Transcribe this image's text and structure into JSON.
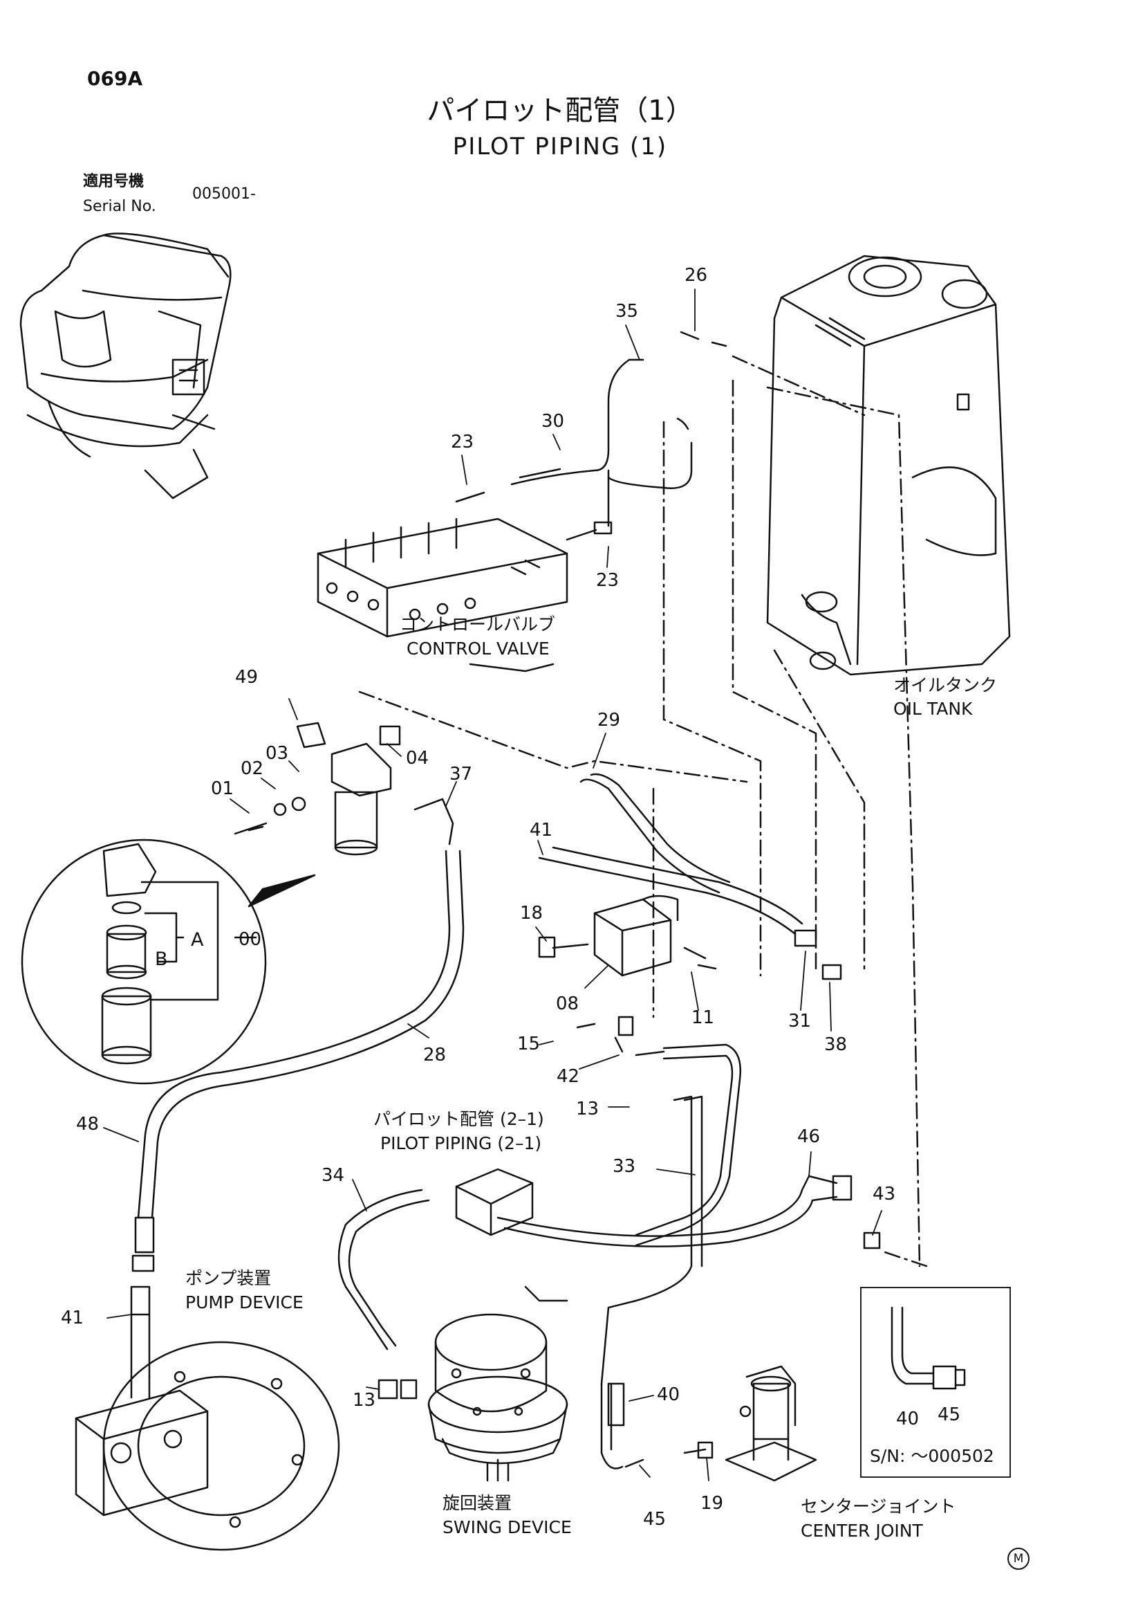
{
  "page": {
    "number": "069A",
    "title_jp": "パイロット配管（1）",
    "title_en": "PILOT PIPING (1)",
    "serial_label_jp": "適用号機",
    "serial_label_en": "Serial No.",
    "serial_value": "005001-",
    "mark": "M"
  },
  "components": {
    "control_valve_jp": "コントロールバルブ",
    "control_valve_en": "CONTROL VALVE",
    "oil_tank_jp": "オイルタンク",
    "oil_tank_en": "OIL TANK",
    "pilot_piping_ref_jp": "パイロット配管 (2–1)",
    "pilot_piping_ref_en": "PILOT PIPING (2–1)",
    "pump_device_jp": "ポンプ装置",
    "pump_device_en": "PUMP DEVICE",
    "swing_device_jp": "旋回装置",
    "swing_device_en": "SWING DEVICE",
    "center_joint_jp": "センタージョイント",
    "center_joint_en": "CENTER JOINT"
  },
  "detail": {
    "assy": "A",
    "sub": "B",
    "assy_part": "00"
  },
  "inset": {
    "serial": "S/N: ～000502",
    "parts": [
      "40",
      "45"
    ]
  },
  "part_labels": {
    "p26": "26",
    "p35": "35",
    "p30": "30",
    "p23a": "23",
    "p23b": "23",
    "p49": "49",
    "p03": "03",
    "p04": "04",
    "p02": "02",
    "p01": "01",
    "p37": "37",
    "p29": "29",
    "p41a": "41",
    "p18": "18",
    "p08": "08",
    "p11": "11",
    "p31": "31",
    "p38": "38",
    "p15": "15",
    "p42": "42",
    "p28": "28",
    "p48": "48",
    "p13a": "13",
    "p34": "34",
    "p33": "33",
    "p46": "46",
    "p43": "43",
    "p41b": "41",
    "p13b": "13",
    "p40": "40",
    "p45": "45",
    "p19": "19"
  }
}
